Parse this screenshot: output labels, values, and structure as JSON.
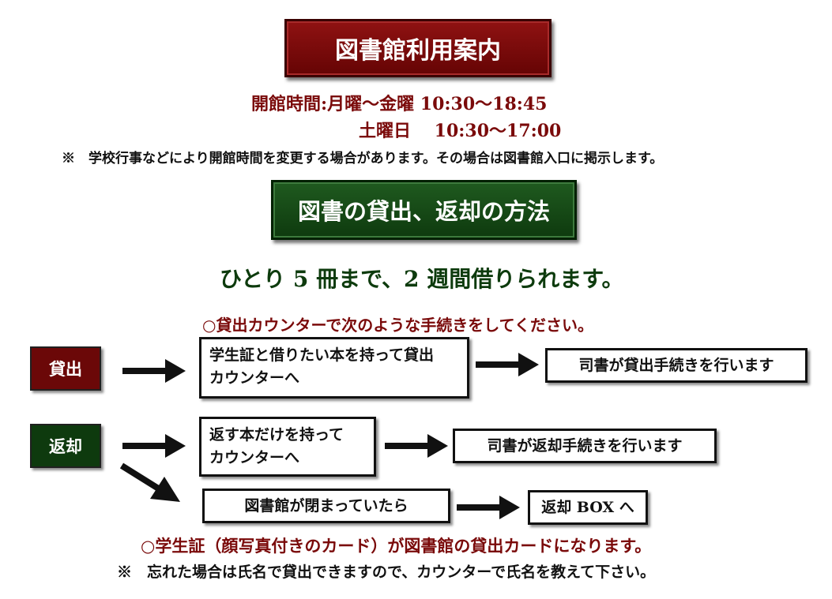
{
  "guide": {
    "title": "図書館利用案内",
    "hours_label": "開館時間:月曜～金曜 10:30～18:45",
    "hours_saturday": "土曜日　 10:30～17:00",
    "hours_note": "※　学校行事などにより開館時間を変更する場合があります。その場合は図書館入口に掲示します。"
  },
  "lending": {
    "title": "図書の貸出、返却の方法",
    "rule": "ひとり 5 冊まで、2 週間借りられます。",
    "procedure_note": "○貸出カウンターで次のような手続きをしてください。",
    "borrow": {
      "label": "貸出",
      "step1_line1": "学生証と借りたい本を持って貸出",
      "step1_line2": "カウンターへ",
      "step2": "司書が貸出手続きを行います"
    },
    "return": {
      "label": "返却",
      "step1_line1": "返す本だけを持って",
      "step1_line2": "カウンターへ",
      "step2": "司書が返却手続きを行います",
      "closed_step": "図書館が閉まっていたら",
      "closed_result": "返却 BOX へ"
    },
    "card_note": "○学生証（顔写真付きのカード）が図書館の貸出カードになります。",
    "forgot_note": "※　忘れた場合は氏名で貸出できますので、カウンターで氏名を教えて下さい。"
  },
  "colors": {
    "red": "#7a0a0a",
    "green": "#0e3a0e"
  }
}
